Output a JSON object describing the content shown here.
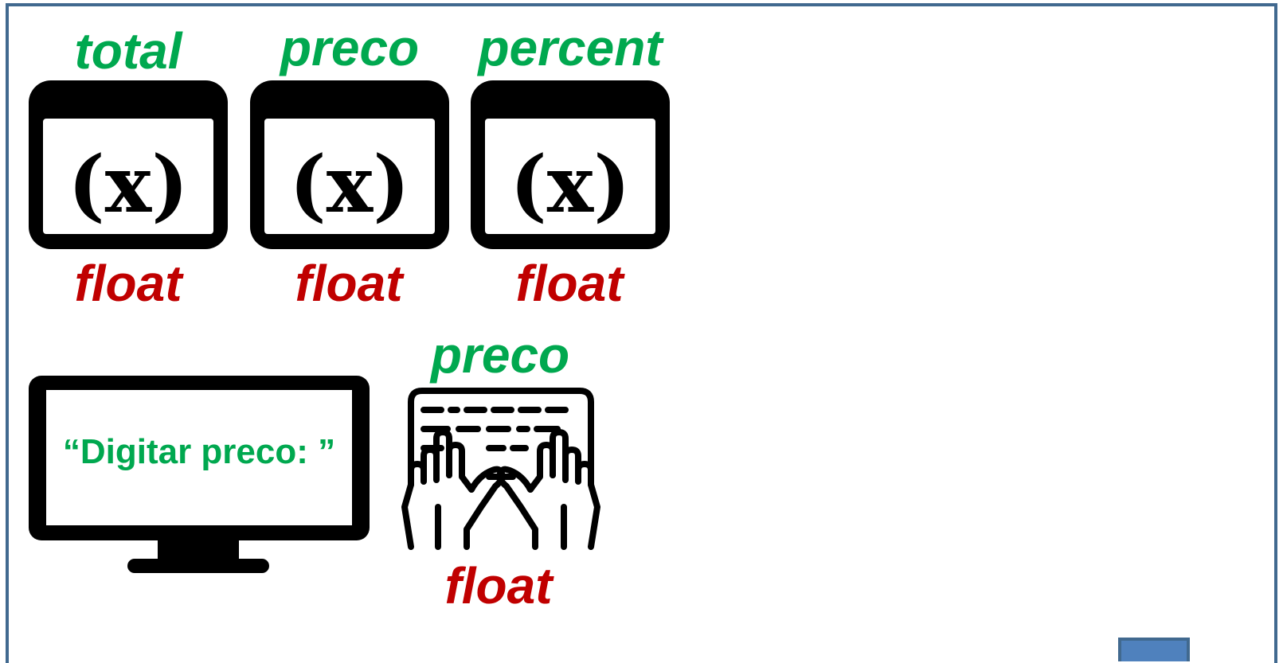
{
  "variables": [
    {
      "name": "total",
      "type": "float"
    },
    {
      "name": "preco",
      "type": "float"
    },
    {
      "name": "percent",
      "type": "float"
    }
  ],
  "variable_symbol": "(x)",
  "monitor": {
    "text": "“Digitar preco: ”"
  },
  "input": {
    "name": "preco",
    "type": "float"
  },
  "icons": {
    "variable": "variable-box-icon",
    "monitor": "monitor-icon",
    "keyboard": "typing-hands-keyboard-icon"
  },
  "colors": {
    "name": "#00a84f",
    "type": "#c00000",
    "frame": "#41698f"
  }
}
